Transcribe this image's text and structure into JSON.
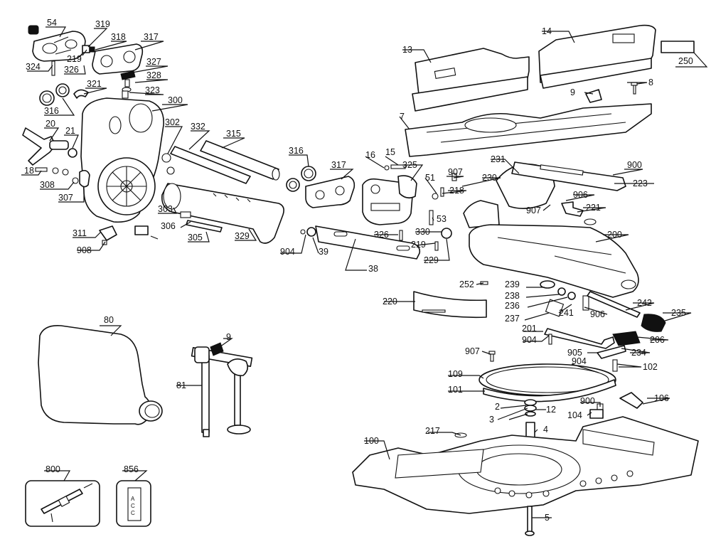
{
  "labels": {
    "p54": "54",
    "p319": "319",
    "p318": "318",
    "p317a": "317",
    "p324": "324",
    "p219a": "219",
    "p326a": "326",
    "p327": "327",
    "p328": "328",
    "p321": "321",
    "p323": "323",
    "p300": "300",
    "p316a": "316",
    "p20": "20",
    "p21": "21",
    "p18": "18",
    "p308": "308",
    "p307": "307",
    "p302": "302",
    "p332": "332",
    "p315": "315",
    "p316b": "316",
    "p317b": "317",
    "p303": "303",
    "p306": "306",
    "p305": "305",
    "p329": "329",
    "p311": "311",
    "p908": "908",
    "p904a": "904",
    "p39": "39",
    "p38": "38",
    "p16": "16",
    "p15": "15",
    "p325": "325",
    "p51": "51",
    "p907a": "907",
    "p230": "230",
    "p218": "218",
    "p53": "53",
    "p326b": "326",
    "p330": "330",
    "p219b": "219",
    "p229": "229",
    "p13": "13",
    "p14": "14",
    "p250": "250",
    "p9a": "9",
    "p8": "8",
    "p7": "7",
    "p231": "231",
    "p900a": "900",
    "p223": "223",
    "p906a": "906",
    "p907b": "907",
    "p221": "221",
    "p200": "200",
    "p252": "252",
    "p239": "239",
    "p238": "238",
    "p236": "236",
    "p237": "237",
    "p241": "241",
    "p906b": "906",
    "p242": "242",
    "p235": "235",
    "p220": "220",
    "p201": "201",
    "p904b": "904",
    "p206": "206",
    "p905": "905",
    "p234": "234",
    "p80": "80",
    "p9b": "9",
    "p81": "81",
    "p907c": "907",
    "p904c": "904",
    "p102": "102",
    "p109": "109",
    "p101": "101",
    "p2": "2",
    "p12": "12",
    "p3": "3",
    "p900b": "900",
    "p106": "106",
    "p104": "104",
    "p4": "4",
    "p217": "217",
    "p100": "100",
    "p5": "5",
    "p800": "800",
    "p856": "856"
  },
  "decal_text": "ACC"
}
